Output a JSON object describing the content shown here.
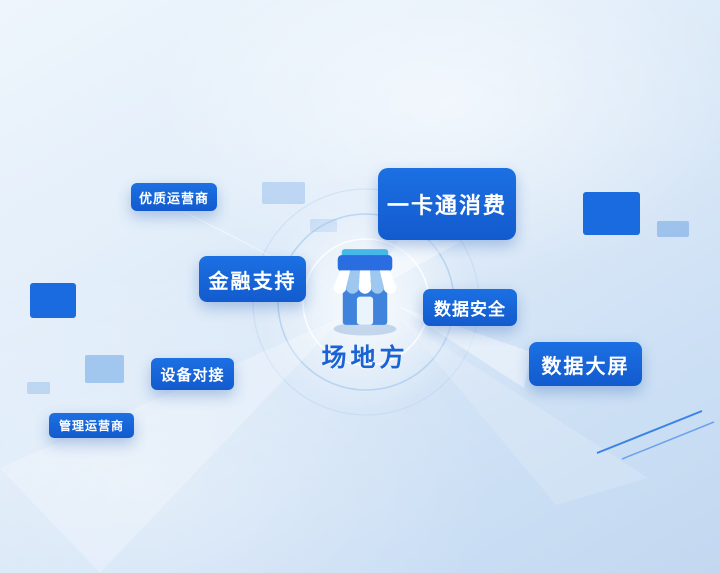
{
  "center": {
    "label": "场地方",
    "icon": "storefront-icon"
  },
  "nodes": {
    "quality_operator": {
      "label": "优质运营商"
    },
    "card_consumption": {
      "label": "一卡通消费"
    },
    "financial_support": {
      "label": "金融支持"
    },
    "data_security": {
      "label": "数据安全"
    },
    "data_screen": {
      "label": "数据大屏"
    },
    "device_docking": {
      "label": "设备对接"
    },
    "management_operator": {
      "label": "管理运营商"
    }
  },
  "colors": {
    "node_blue": "#1565d9",
    "center_text_blue": "#1b63d4",
    "decor_blue": "#1a6ae0",
    "background_light": "#eef5fc",
    "background_deep": "#c3d8f0"
  }
}
